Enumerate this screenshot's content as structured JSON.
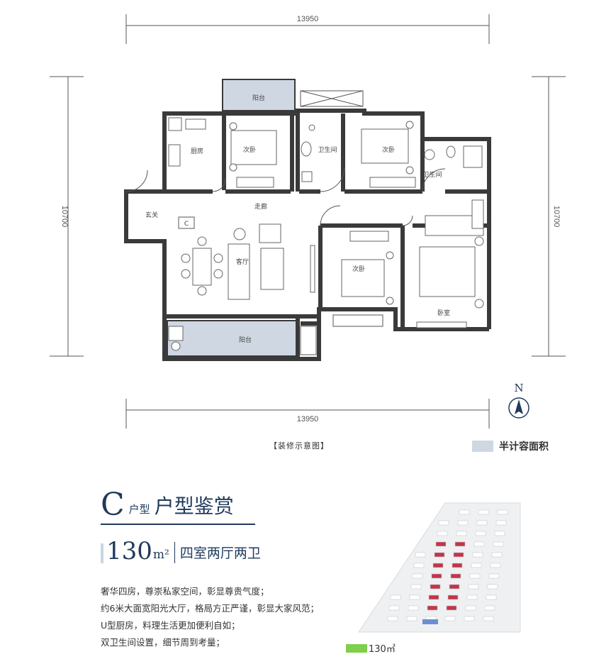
{
  "dimensions": {
    "top": "13950",
    "bottom": "13950",
    "left": "10700",
    "right": "10700"
  },
  "rooms": {
    "balcony_top": "阳台",
    "kitchen": "厨房",
    "bedroom_2a": "次卧",
    "bath_1": "卫生间",
    "bedroom_2b": "次卧",
    "bath_2": "卫生间",
    "entrance": "玄关",
    "corridor": "走廊",
    "fridge_mark": "C",
    "living": "客厅",
    "bedroom_2c": "次卧",
    "master": "卧室",
    "balcony_bottom": "阳台"
  },
  "compass": "N",
  "caption": "【装修示意图】",
  "legend": {
    "label": "半计容面积",
    "color": "#cfd7e3"
  },
  "title": {
    "letter": "C",
    "small": "户型",
    "main": "户型鉴赏"
  },
  "area": {
    "value": "130",
    "unit": "m²",
    "desc": "四室两厅两卫"
  },
  "features": [
    "奢华四房，尊崇私家空间，彰显尊贵气度；",
    "约6米大面宽阳光大厅，格局方正严谨，彰显大家风范；",
    "U型厨房，料理生活更加便利自如；",
    "双卫生间设置，细节周到考量；"
  ],
  "site": {
    "area_label": "130㎡",
    "highlight_color": "#7ed04b"
  }
}
